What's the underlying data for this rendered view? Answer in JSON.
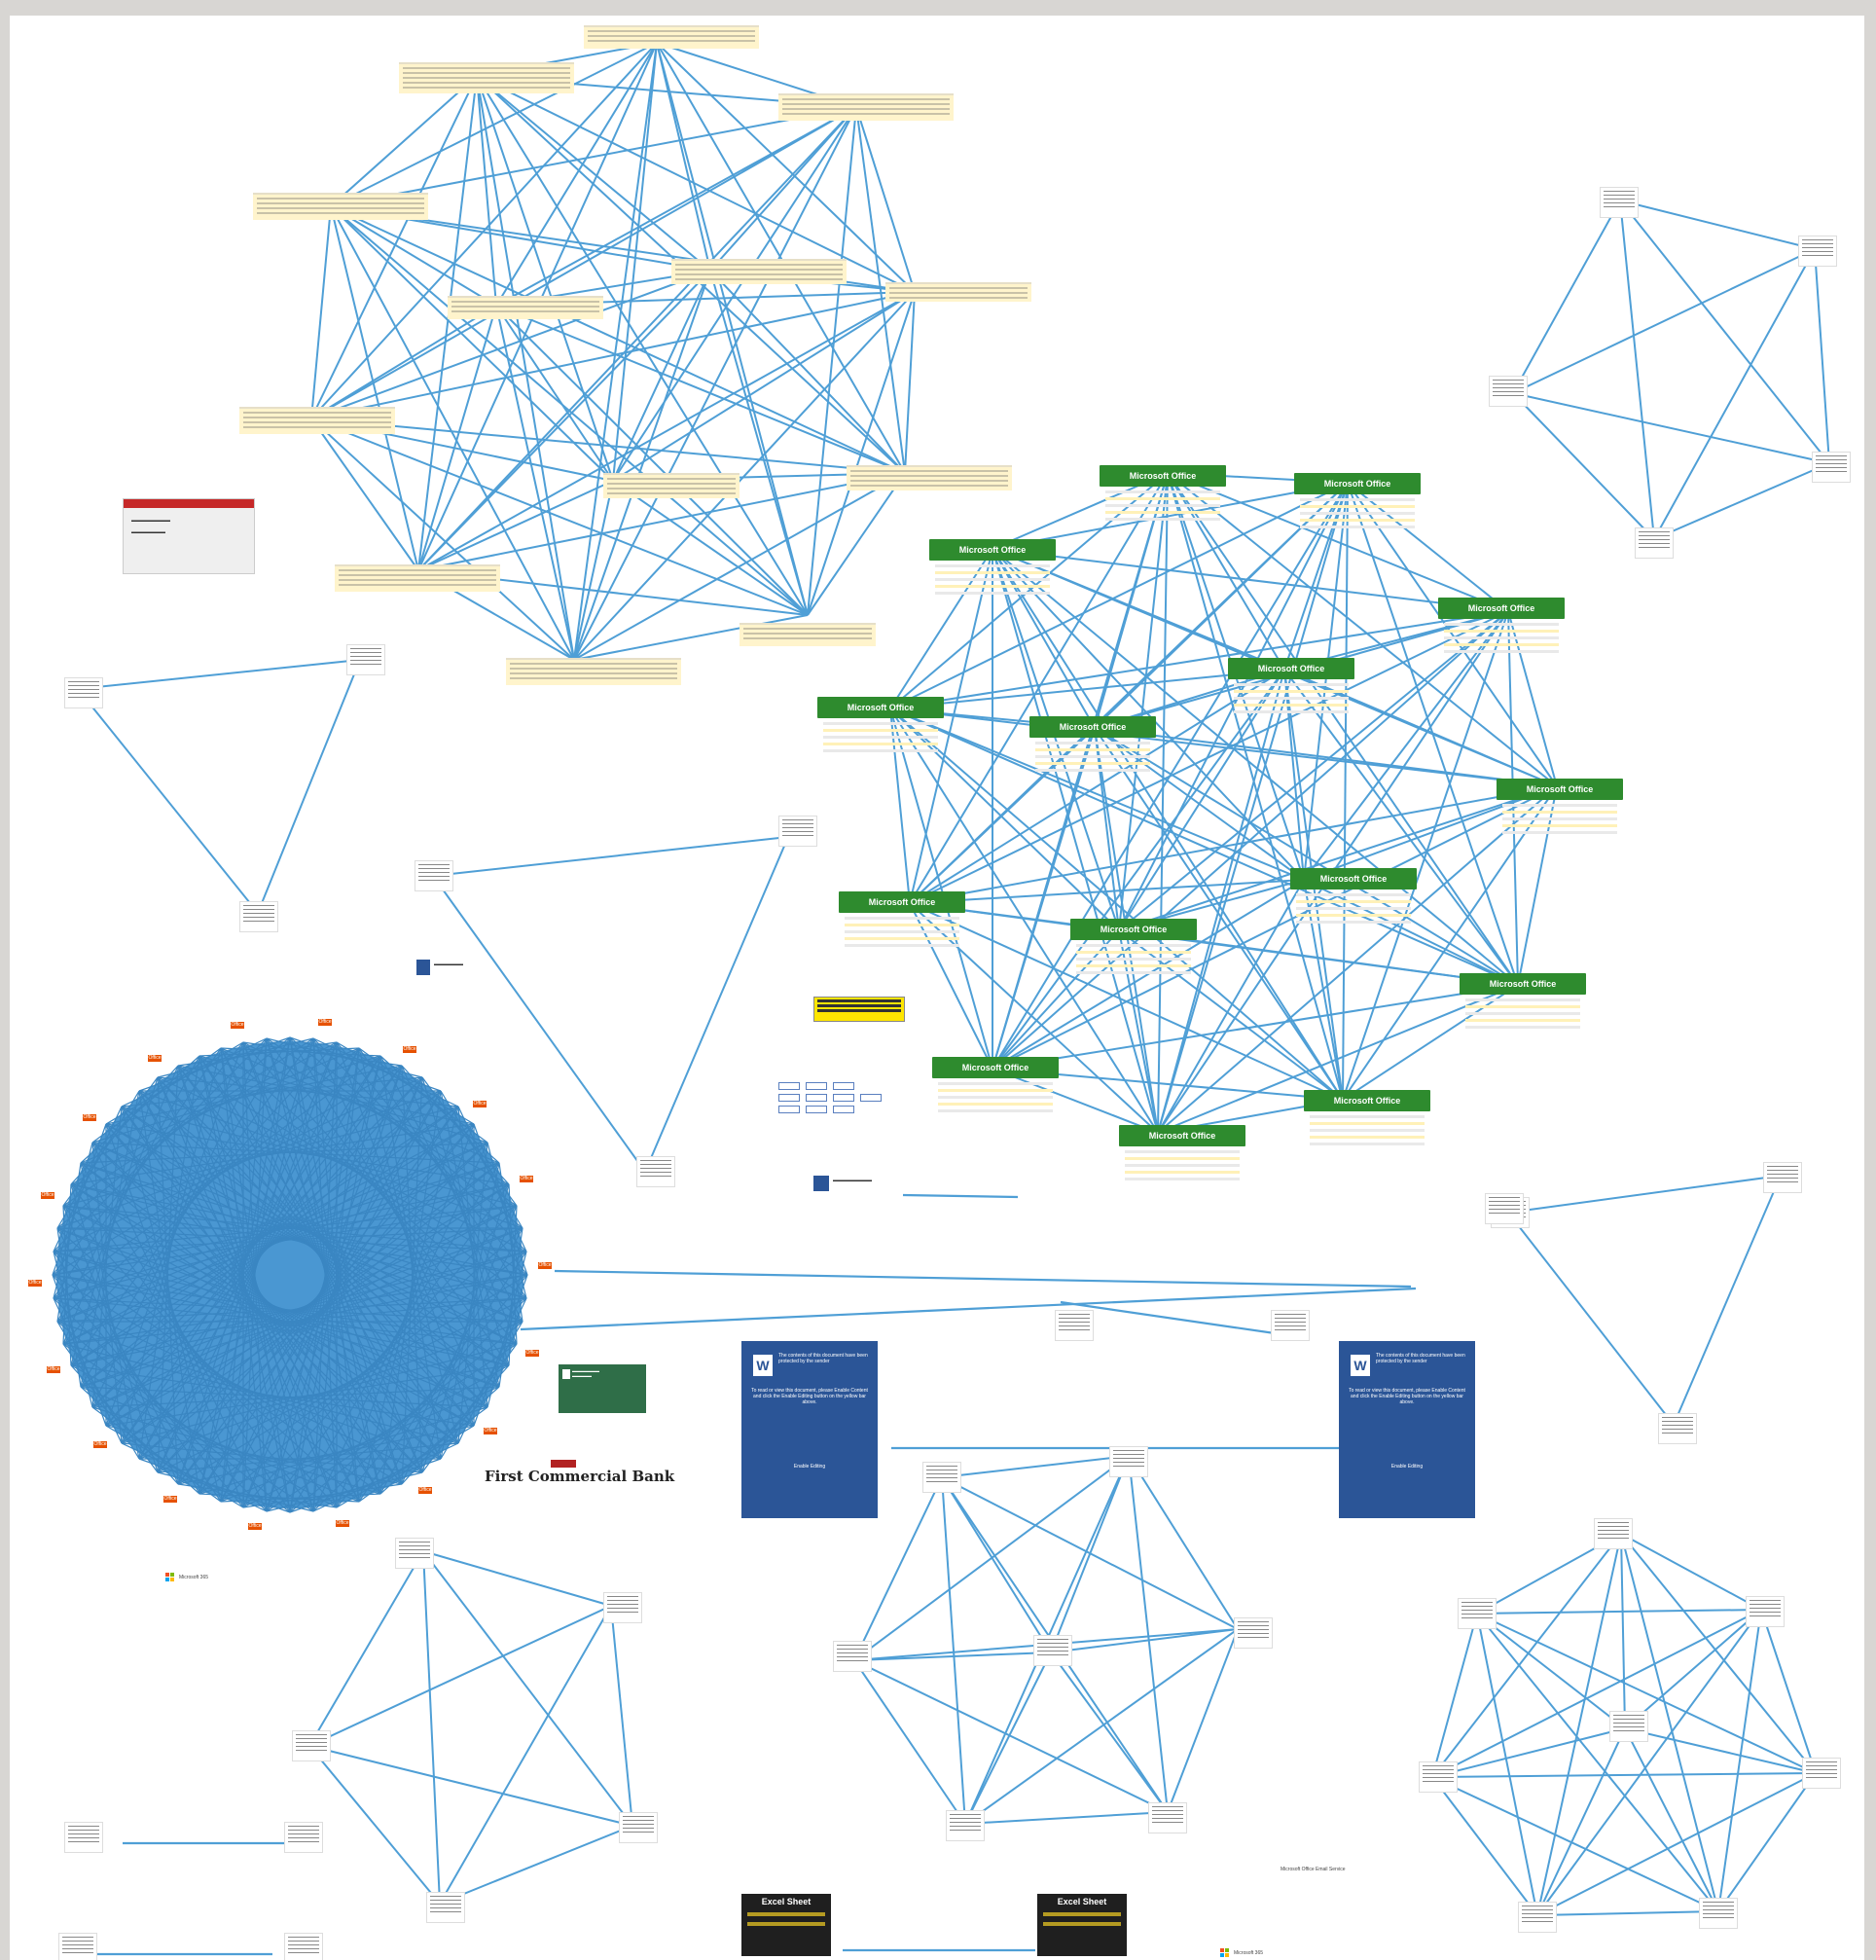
{
  "diagram": {
    "edge_color": "#4f9fd6",
    "blob_color": "#4a97d2",
    "accent_green": "#2e8b2e",
    "word_blue": "#2b5597",
    "office_orange": "#e65100"
  },
  "labels": {
    "ms_office": "Microsoft Office",
    "bank": "First Commercial Bank",
    "dark_card": "Excel Sheet",
    "word_notice_1": "The contents of this document have been protected by the sender",
    "word_notice_2": "The contents of this document have been protected by the sender",
    "word_body": "To read or view this document, please Enable Content and click the Enable Editing button on the yellow bar above.",
    "word_footer": "Enable Editing",
    "office_badge": "Office",
    "ms_footer": "Microsoft 365",
    "ms_office_email": "Microsoft Office Email Service"
  }
}
